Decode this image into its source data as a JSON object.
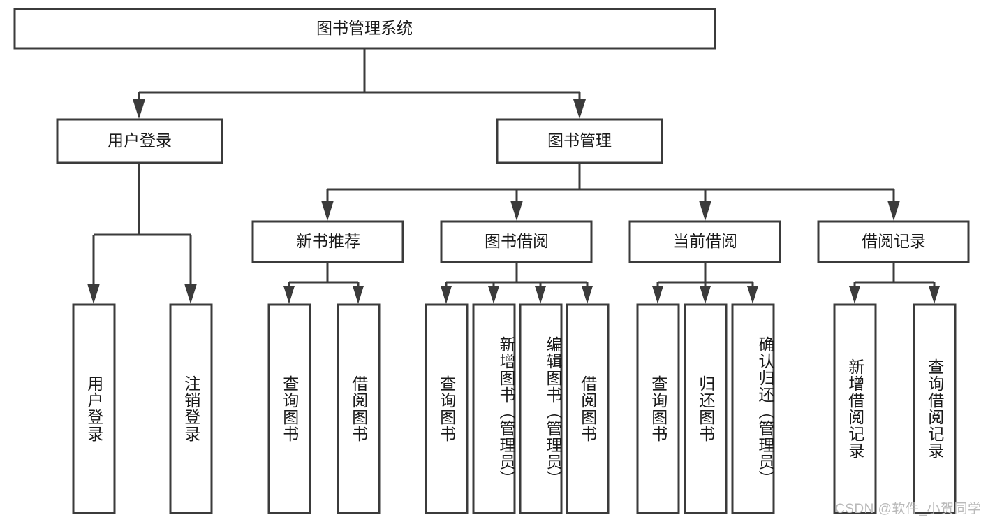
{
  "diagram": {
    "type": "tree-hierarchy",
    "title": "图书管理系统",
    "root": {
      "id": "root",
      "label": "图书管理系统",
      "orientation": "horizontal"
    },
    "level2": [
      {
        "id": "user-login",
        "label": "用户登录",
        "orientation": "horizontal"
      },
      {
        "id": "book-manage",
        "label": "图书管理",
        "orientation": "horizontal"
      }
    ],
    "level3": [
      {
        "id": "new-book-rec",
        "label": "新书推荐",
        "orientation": "horizontal",
        "parent": "book-manage"
      },
      {
        "id": "book-borrow",
        "label": "图书借阅",
        "orientation": "horizontal",
        "parent": "book-manage"
      },
      {
        "id": "current-borrow",
        "label": "当前借阅",
        "orientation": "horizontal",
        "parent": "book-manage"
      },
      {
        "id": "borrow-record",
        "label": "借阅记录",
        "orientation": "horizontal",
        "parent": "book-manage"
      }
    ],
    "leaves": [
      {
        "id": "leaf-user-login",
        "label": "用户登录",
        "orientation": "vertical",
        "parent": "user-login"
      },
      {
        "id": "leaf-logout-login",
        "label": "注销登录",
        "orientation": "vertical",
        "parent": "user-login"
      },
      {
        "id": "leaf-query-book-1",
        "label": "查询图书",
        "orientation": "vertical",
        "parent": "new-book-rec"
      },
      {
        "id": "leaf-borrow-book-1",
        "label": "借阅图书",
        "orientation": "vertical",
        "parent": "new-book-rec"
      },
      {
        "id": "leaf-query-book-2",
        "label": "查询图书",
        "orientation": "vertical",
        "parent": "book-borrow"
      },
      {
        "id": "leaf-add-book",
        "label": "新增图书（管理员）",
        "orientation": "vertical",
        "parent": "book-borrow"
      },
      {
        "id": "leaf-edit-book",
        "label": "编辑图书（管理员）",
        "orientation": "vertical",
        "parent": "book-borrow"
      },
      {
        "id": "leaf-borrow-book-2",
        "label": "借阅图书",
        "orientation": "vertical",
        "parent": "book-borrow"
      },
      {
        "id": "leaf-query-book-3",
        "label": "查询图书",
        "orientation": "vertical",
        "parent": "current-borrow"
      },
      {
        "id": "leaf-return-book",
        "label": "归还图书",
        "orientation": "vertical",
        "parent": "current-borrow"
      },
      {
        "id": "leaf-confirm-return",
        "label": "确认归还（管理员）",
        "orientation": "vertical",
        "parent": "current-borrow"
      },
      {
        "id": "leaf-add-record",
        "label": "新增借阅记录",
        "orientation": "vertical",
        "parent": "borrow-record"
      },
      {
        "id": "leaf-query-record",
        "label": "查询借阅记录",
        "orientation": "vertical",
        "parent": "borrow-record"
      }
    ],
    "colors": {
      "stroke": "#3b3b3b",
      "fill": "#ffffff",
      "text": "#1a1a1a",
      "background": "#ffffff",
      "watermark": "#b9b9b9"
    }
  },
  "watermark": {
    "text": "CSDN @软件_小贺同学"
  }
}
